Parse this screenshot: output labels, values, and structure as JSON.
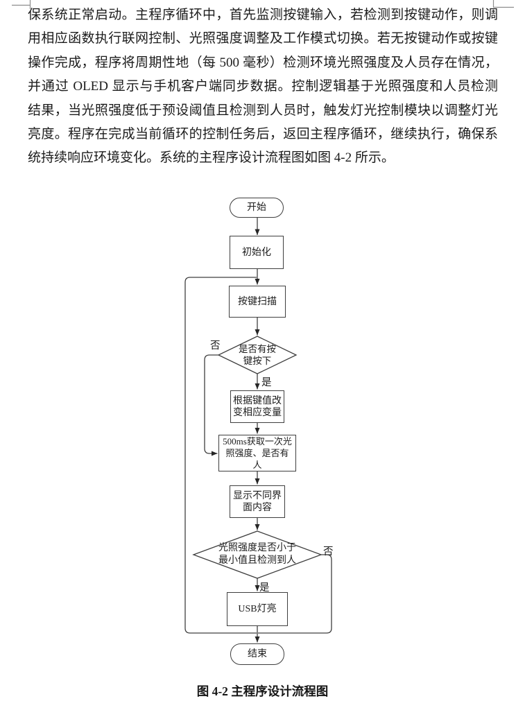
{
  "page": {
    "background": "#ffffff",
    "text_color": "#1b1b1b",
    "line_color": "#3e3e3e",
    "arrow_color": "#262626",
    "artifact_color": "#8d8d8d"
  },
  "paragraph": {
    "lines": [
      "保系统正常启动。主程序循环中，首先监测按键输入，若检测到按键动作，则调",
      "用相应函数执行联网控制、光照强度调整及工作模式切换。若无按键动作或按键",
      "操作完成，程序将周期性地（每 500 毫秒）检测环境光照强度及人员存在情况，",
      "并通过 OLED 显示与手机客户端同步数据。控制逻辑基于光照强度和人员检测",
      "结果，当光照强度低于预设阈值且检测到人员时，触发灯光控制模块以调整灯光",
      "亮度。程序在完成当前循环的控制任务后，返回主程序循环，继续执行，确保系",
      "统持续响应环境变化。系统的主程序设计流程图如图 4-2 所示。"
    ]
  },
  "flowchart": {
    "start": "开始",
    "init": "初始化",
    "key_scan": "按键扫描",
    "key_decision": "是否有按\n键按下",
    "update_vars": "根据键值改\n变相应变量",
    "sample_500ms": "500ms获取一次光\n照强度、是否有\n人",
    "display_ui": "显示不同界\n面内容",
    "light_decision": "光照强度是否小于\n最小值且检测到人",
    "usb_light_on": "USB灯亮",
    "end": "结束",
    "label_no_key": "否",
    "label_yes_key": "是",
    "label_no_light": "否",
    "label_yes_light": "是",
    "caption": "图 4-2 主程序设计流程图"
  }
}
